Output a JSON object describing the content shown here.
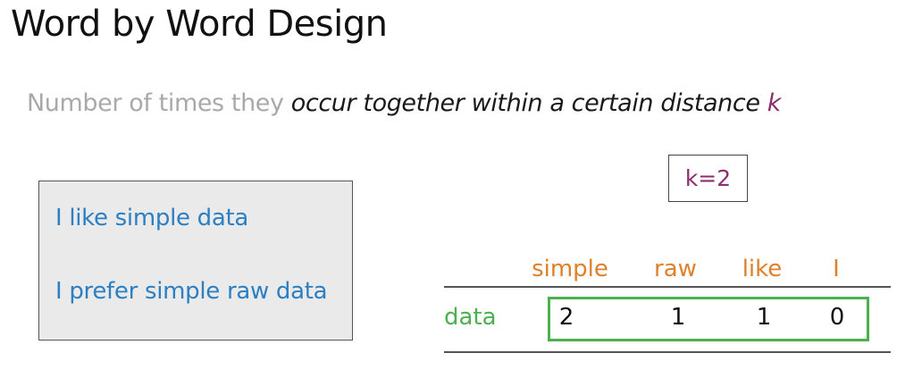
{
  "slide": {
    "title": "Word by Word Design",
    "subtitle": {
      "plain": "Number of times they ",
      "emphasis": "occur together within a certain distance ",
      "variable": "k"
    },
    "k_label": "k=2"
  },
  "corpus": {
    "sentences": [
      "I like simple data",
      "I prefer simple raw data"
    ]
  },
  "matrix": {
    "columns": [
      "simple",
      "raw",
      "like",
      "I"
    ],
    "rows": [
      {
        "label": "data",
        "values": [
          "2",
          "1",
          "1",
          "0"
        ]
      }
    ]
  },
  "colors": {
    "title": "#111111",
    "subtitle_plain": "#a9a9a9",
    "subtitle_emphasis": "#1a1a1a",
    "variable": "#8e2d70",
    "sentence": "#2b7fc2",
    "column_header": "#e0802b",
    "row_label": "#4caf50",
    "highlight_box": "#4caf50",
    "corpus_background": "#eaeaea"
  }
}
